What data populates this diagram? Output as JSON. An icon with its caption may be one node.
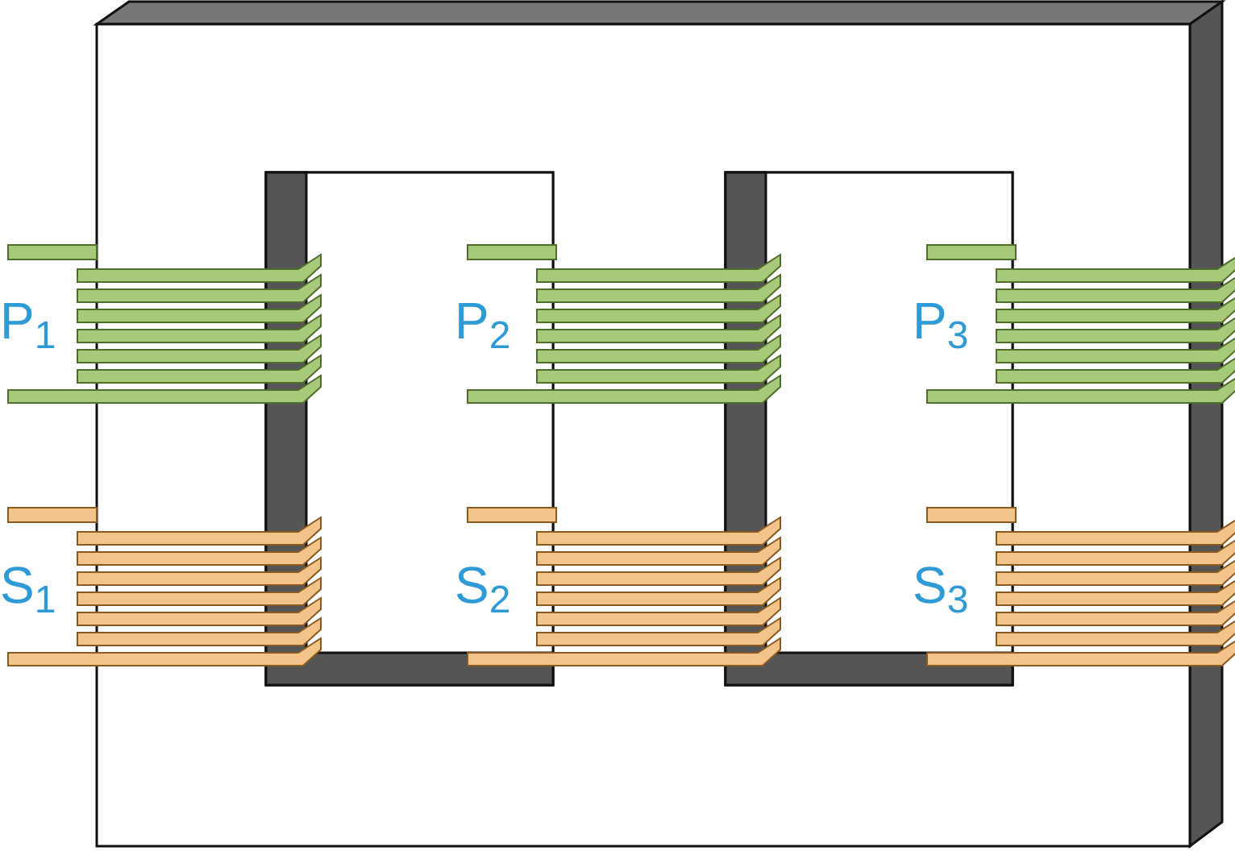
{
  "diagram": {
    "labels": [
      "P$_{1}$",
      "P$_{2}$",
      "P$_{3}$",
      "S$_{1}$",
      "S$_{2}$",
      "S$_{3}$"
    ]
  }
}
